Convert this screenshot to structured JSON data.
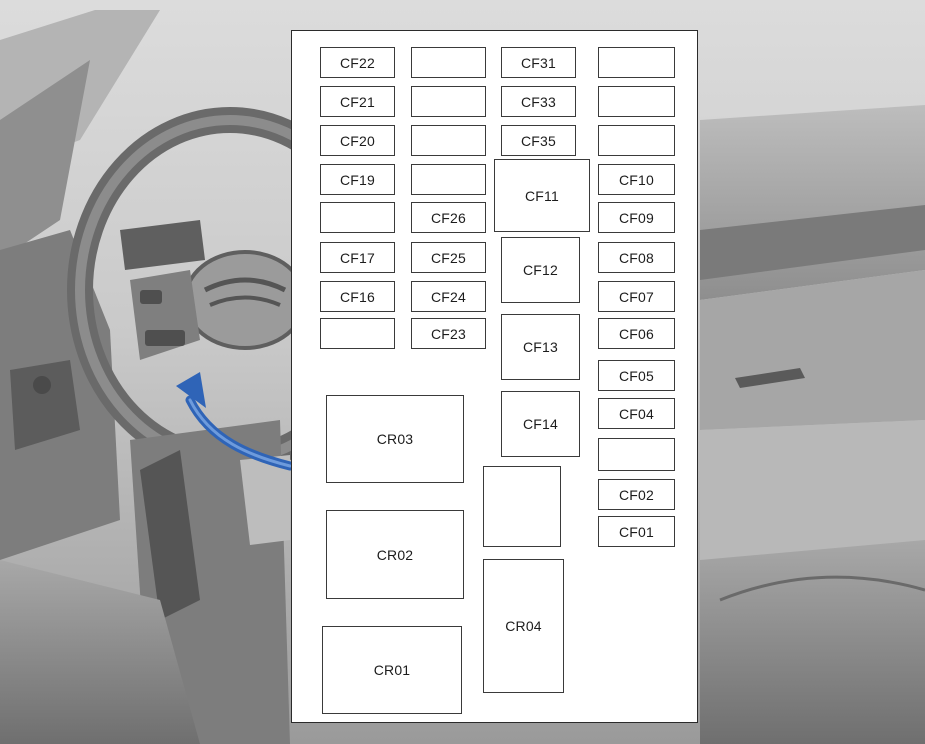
{
  "fuse_panel": {
    "slots": [
      {
        "id": "s-cf22",
        "label": "CF22"
      },
      {
        "id": "s-blank-a1",
        "label": ""
      },
      {
        "id": "s-cf31",
        "label": "CF31"
      },
      {
        "id": "s-blank-d1",
        "label": ""
      },
      {
        "id": "s-cf21",
        "label": "CF21"
      },
      {
        "id": "s-blank-a2",
        "label": ""
      },
      {
        "id": "s-cf33",
        "label": "CF33"
      },
      {
        "id": "s-blank-d2",
        "label": ""
      },
      {
        "id": "s-cf20",
        "label": "CF20"
      },
      {
        "id": "s-blank-a3",
        "label": ""
      },
      {
        "id": "s-cf35",
        "label": "CF35"
      },
      {
        "id": "s-blank-d3",
        "label": ""
      },
      {
        "id": "s-cf19",
        "label": "CF19"
      },
      {
        "id": "s-blank-a4",
        "label": ""
      },
      {
        "id": "s-cf11",
        "label": "CF11"
      },
      {
        "id": "s-cf10",
        "label": "CF10"
      },
      {
        "id": "s-blank-c5",
        "label": ""
      },
      {
        "id": "s-cf26",
        "label": "CF26"
      },
      {
        "id": "s-cf09",
        "label": "CF09"
      },
      {
        "id": "s-cf17",
        "label": "CF17"
      },
      {
        "id": "s-cf25",
        "label": "CF25"
      },
      {
        "id": "s-cf12",
        "label": "CF12"
      },
      {
        "id": "s-cf08",
        "label": "CF08"
      },
      {
        "id": "s-cf16",
        "label": "CF16"
      },
      {
        "id": "s-cf24",
        "label": "CF24"
      },
      {
        "id": "s-cf07",
        "label": "CF07"
      },
      {
        "id": "s-blank-c8",
        "label": ""
      },
      {
        "id": "s-cf23",
        "label": "CF23"
      },
      {
        "id": "s-cf13",
        "label": "CF13"
      },
      {
        "id": "s-cf06",
        "label": "CF06"
      },
      {
        "id": "s-cf05",
        "label": "CF05"
      },
      {
        "id": "s-cr03",
        "label": "CR03"
      },
      {
        "id": "s-cf14",
        "label": "CF14"
      },
      {
        "id": "s-cf04",
        "label": "CF04"
      },
      {
        "id": "s-blank-d11",
        "label": ""
      },
      {
        "id": "s-blank-relay",
        "label": ""
      },
      {
        "id": "s-cf02",
        "label": "CF02"
      },
      {
        "id": "s-cf01",
        "label": "CF01"
      },
      {
        "id": "s-cr02",
        "label": "CR02"
      },
      {
        "id": "s-cr04",
        "label": "CR04"
      },
      {
        "id": "s-cr01",
        "label": "CR01"
      }
    ]
  },
  "colors": {
    "arrow": "#2f64b7",
    "panel_border": "#2b2b2b",
    "background": "#cfcfcf"
  }
}
